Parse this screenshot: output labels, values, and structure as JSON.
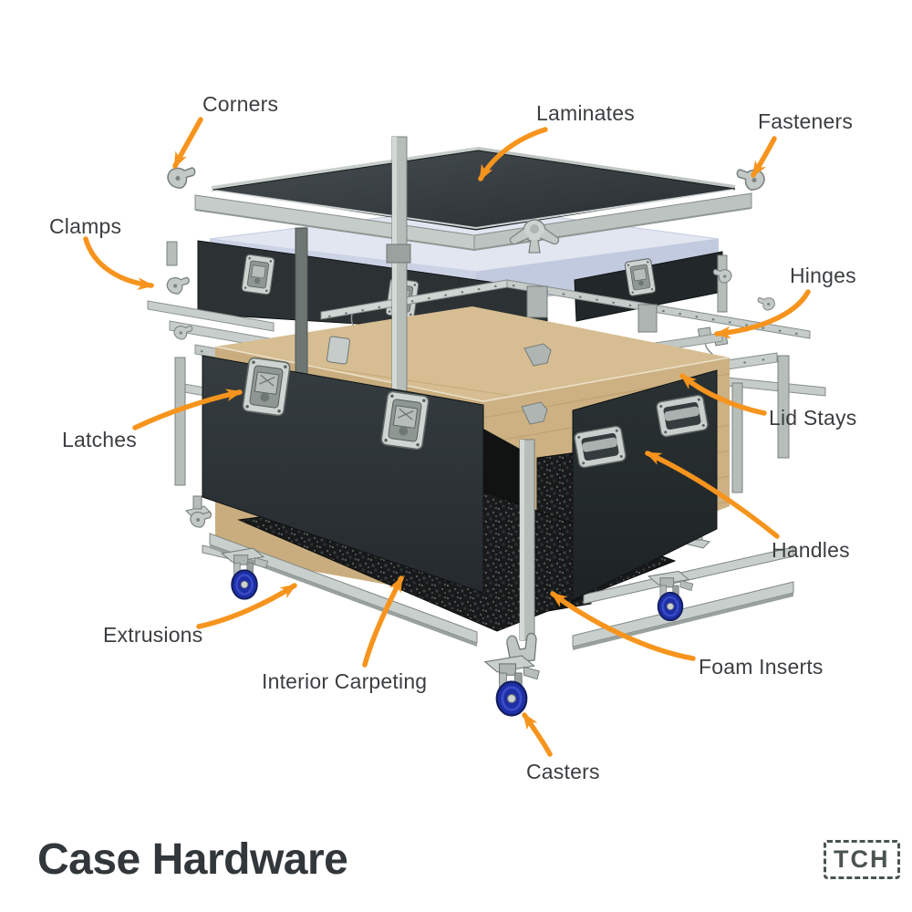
{
  "diagram": {
    "title": "Case Hardware",
    "brand_logo": "TCH",
    "labels": [
      {
        "id": "corners",
        "text": "Corners"
      },
      {
        "id": "laminates",
        "text": "Laminates"
      },
      {
        "id": "fasteners",
        "text": "Fasteners"
      },
      {
        "id": "clamps",
        "text": "Clamps"
      },
      {
        "id": "hinges",
        "text": "Hinges"
      },
      {
        "id": "latches",
        "text": "Latches"
      },
      {
        "id": "lid_stays",
        "text": "Lid Stays"
      },
      {
        "id": "handles",
        "text": "Handles"
      },
      {
        "id": "extrusions",
        "text": "Extrusions"
      },
      {
        "id": "interior_carpeting",
        "text": "Interior Carpeting"
      },
      {
        "id": "foam_inserts",
        "text": "Foam Inserts"
      },
      {
        "id": "casters",
        "text": "Casters"
      }
    ],
    "colors": {
      "arrow": "#F7941D",
      "label_text": "#3B3E41",
      "title_text": "#31373A",
      "logo": "#4B544E",
      "panel_dark": "#2E3537",
      "lid_foam_blue": "#CCD3E6",
      "plywood_tan": "#CDB183",
      "aluminum": "#C6CCC9",
      "caster_wheel_blue": "#2133B4",
      "carpet_black": "#17191A"
    }
  }
}
